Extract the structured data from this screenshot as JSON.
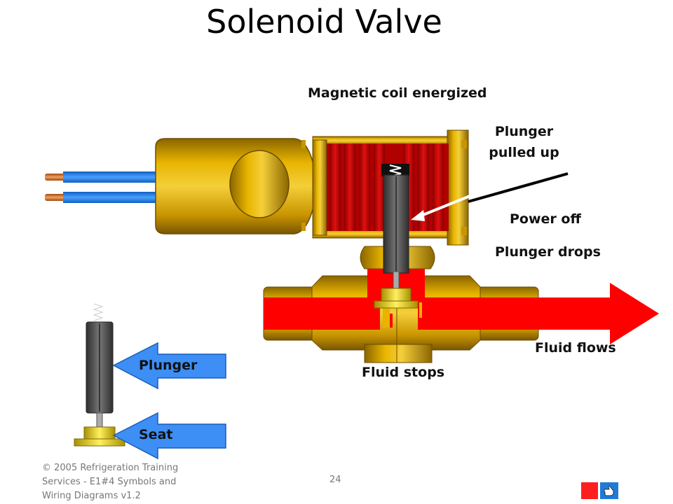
{
  "slide": {
    "title": "Solenoid Valve",
    "labels": {
      "magnetic_coil": "Magnetic coil energized",
      "plunger_pulled": "Plunger pulled up",
      "power_off": "Power off",
      "plunger_drops": "Plunger drops",
      "fluid_flows": "Fluid flows",
      "fluid_stops": "Fluid stops"
    },
    "legend": {
      "plunger": "Plunger",
      "seat": "Seat"
    },
    "footer": {
      "copyright": "© 2005 Refrigeration Training Services - E1#4 Symbols and Wiring Diagrams v1.2",
      "page_number": "24"
    },
    "colors": {
      "brass": "#d6a000",
      "coil_red": "#c00000",
      "fluid_red": "#ff0000",
      "wire_blue": "#2f8cf0",
      "legend_arrow_blue": "#3d8ef5",
      "plunger_gray": "#555555"
    },
    "nav": {
      "icons": [
        "stop-square-icon",
        "hand-pointer-icon"
      ]
    }
  }
}
